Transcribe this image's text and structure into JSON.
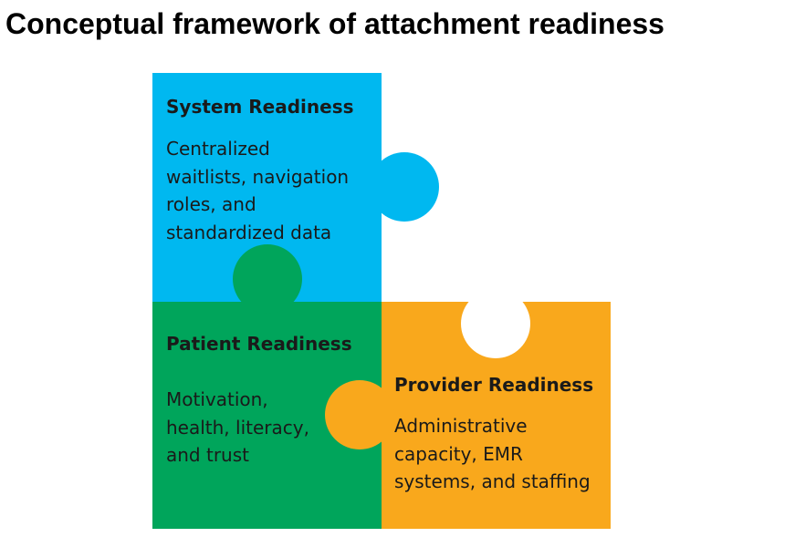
{
  "title": "Conceptual framework of attachment readiness",
  "colors": {
    "system": "#00B8F0",
    "patient": "#00A55B",
    "provider": "#F9A81C",
    "background": "#FFFFFF",
    "text": "#1A1A1A"
  },
  "pieces": {
    "system": {
      "heading": "System Readiness",
      "lines": [
        "Centralized",
        "waitlists, navigation",
        "roles, and",
        "standardized data"
      ]
    },
    "patient": {
      "heading": "Patient Readiness",
      "lines": [
        "Motivation,",
        "health, literacy,",
        "and trust"
      ]
    },
    "provider": {
      "heading": "Provider Readiness",
      "lines": [
        "Administrative",
        "capacity, EMR",
        "systems, and staffing"
      ]
    }
  }
}
